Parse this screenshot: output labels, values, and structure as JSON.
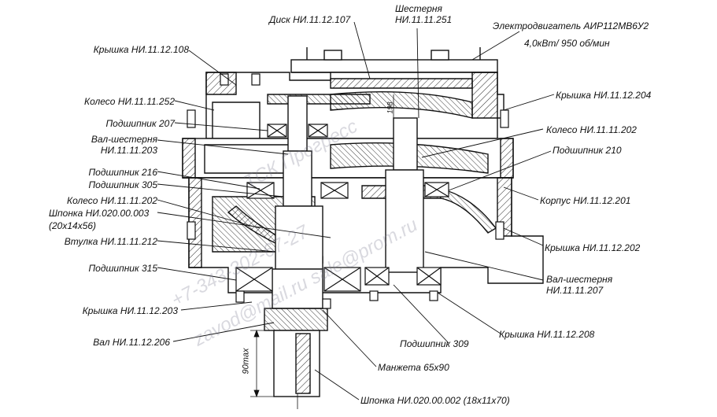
{
  "labels": {
    "disk": "Диск НИ.11.12.107",
    "gear_top_1": "Шестерня",
    "gear_top_2": "НИ.11.11.251",
    "motor_1": "Электродвигатель АИР112МВ6У2",
    "motor_2": "4,0кВт/ 950 об/мин",
    "cover_108": "Крышка НИ.11.12.108",
    "wheel_252": "Колесо НИ.11.11.252",
    "bearing_207": "Подшипник 207",
    "shaftgear_203_1": "Вал-шестерня",
    "shaftgear_203_2": "НИ.11.11.203",
    "bearing_216": "Подшипник 216",
    "bearing_305": "Подшипник 305",
    "wheel_202_left": "Колесо НИ.11.11.202",
    "key_003_1": "Шпонка НИ.020.00.003",
    "key_003_2": "(20х14х56)",
    "bushing_212": "Втулка НИ.11.11.212",
    "bearing_315": "Подшипник 315",
    "cover_203": "Крышка НИ.11.12.203",
    "shaft_206": "Вал НИ.11.12.206",
    "cover_204": "Крышка НИ.11.12.204",
    "wheel_202_right": "Колесо НИ.11.11.202",
    "bearing_210": "Подшипник 210",
    "housing_201": "Корпус НИ.11.12.201",
    "cover_202": "Крышка НИ.11.12.202",
    "shaftgear_207_1": "Вал-шестерня",
    "shaftgear_207_2": "НИ.11.11.207",
    "cover_208": "Крышка НИ.11.12.208",
    "bearing_309": "Подшипник 309",
    "seal": "Манжета 65х90",
    "key_002": "Шпонка НИ.020.00.002 (18х11х70)",
    "dim_vertical": "90max",
    "dim_small": "198"
  },
  "watermark": {
    "line1": "ТСК Прогресс",
    "line2": "+7-343-302-67-27",
    "line3": "zavod@mail.ru  sale@prom.ru"
  }
}
